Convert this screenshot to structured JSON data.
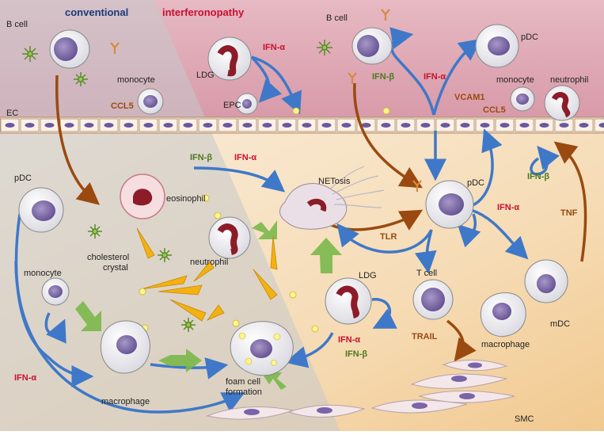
{
  "headers": {
    "conventional": "conventional",
    "interferonopathy": "interferonopathy"
  },
  "labels": {
    "b_cell_left": "B cell",
    "b_cell_right": "B cell",
    "monocyte_top_left": "monocyte",
    "ldg_top": "LDG",
    "epc": "EPC",
    "pdc_top_right": "pDC",
    "monocyte_top_right": "monocyte",
    "neutrophil_top_right": "neutrophil",
    "ec": "EC",
    "pdc_left": "pDC",
    "eosinophil": "eosinophil",
    "cholesterol": "cholesterol",
    "crystal": "crystal",
    "neutrophil_mid": "neutrophil",
    "netosis": "NETosis",
    "pdc_center": "pDC",
    "monocyte_left": "monocyte",
    "macrophage_left": "macrophage",
    "foam_cell": "foam cell",
    "formation": "formation",
    "ldg_mid": "LDG",
    "t_cell": "T cell",
    "mdc": "mDC",
    "macrophage_right": "macrophage",
    "smc": "SMC"
  },
  "cytokines": {
    "ifn_alpha_top": "IFN-α",
    "ifn_beta_top": "IFN-β",
    "ifn_alpha_top2": "IFN-α",
    "vcam1": "VCAM1",
    "ccl5_left": "CCL5",
    "ccl5_right": "CCL5",
    "ifn_beta_mid": "IFN-β",
    "ifn_alpha_mid": "IFN-α",
    "ifn_beta_right": "IFN-β",
    "ifn_alpha_right": "IFN-α",
    "tnf": "TNF",
    "tlr": "TLR",
    "ifn_alpha_ldg": "IFN-α",
    "ifn_beta_ldg": "IFN-β",
    "trail": "TRAIL",
    "ifn_alpha_left": "IFN-α"
  },
  "colors": {
    "conventional": "#1a3a7a",
    "interferonopathy": "#c8102e",
    "ifn_alpha": "#c8102e",
    "ifn_beta": "#4a7a20",
    "brown": "#9a4a10",
    "blue_arrow": "#3f78c8",
    "green_arrow": "#7ab84a"
  }
}
